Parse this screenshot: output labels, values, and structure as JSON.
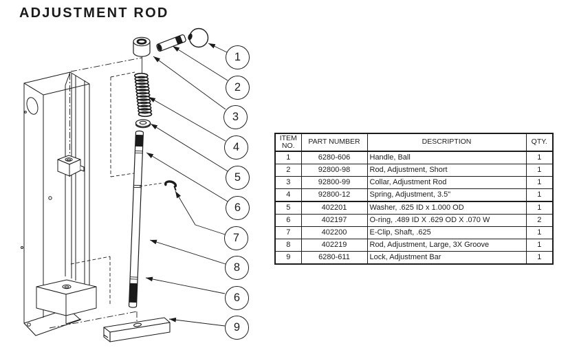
{
  "title": "ADJUSTMENT ROD",
  "colors": {
    "ink": "#1b1b1b",
    "background": "#ffffff"
  },
  "diagram": {
    "balloons": [
      {
        "label": "1"
      },
      {
        "label": "2"
      },
      {
        "label": "3"
      },
      {
        "label": "4"
      },
      {
        "label": "5"
      },
      {
        "label": "6"
      },
      {
        "label": "7"
      },
      {
        "label": "8"
      },
      {
        "label": "6"
      },
      {
        "label": "9"
      }
    ]
  },
  "table": {
    "headers": [
      "ITEM NO.",
      "PART NUMBER",
      "DESCRIPTION",
      "QTY."
    ],
    "rows": [
      {
        "item": "1",
        "part_number": "6280-606",
        "description": "Handle, Ball",
        "qty": "1"
      },
      {
        "item": "2",
        "part_number": "92800-98",
        "description": "Rod, Adjustment, Short",
        "qty": "1"
      },
      {
        "item": "3",
        "part_number": "92800-99",
        "description": "Collar, Adjustment Rod",
        "qty": "1"
      },
      {
        "item": "4",
        "part_number": "92800-12",
        "description": "Spring, Adjustment, 3.5\"",
        "qty": "1"
      },
      {
        "item": "5",
        "part_number": "402201",
        "description": "Washer, .625 ID x 1.000 OD",
        "qty": "1"
      },
      {
        "item": "6",
        "part_number": "402197",
        "description": "O-ring, .489 ID X .629 OD X .070 W",
        "qty": "2"
      },
      {
        "item": "7",
        "part_number": "402200",
        "description": "E-Clip, Shaft, .625",
        "qty": "1"
      },
      {
        "item": "8",
        "part_number": "402219",
        "description": "Rod, Adjustment, Large, 3X Groove",
        "qty": "1"
      },
      {
        "item": "9",
        "part_number": "6280-611",
        "description": "Lock, Adjustment Bar",
        "qty": "1"
      }
    ]
  }
}
